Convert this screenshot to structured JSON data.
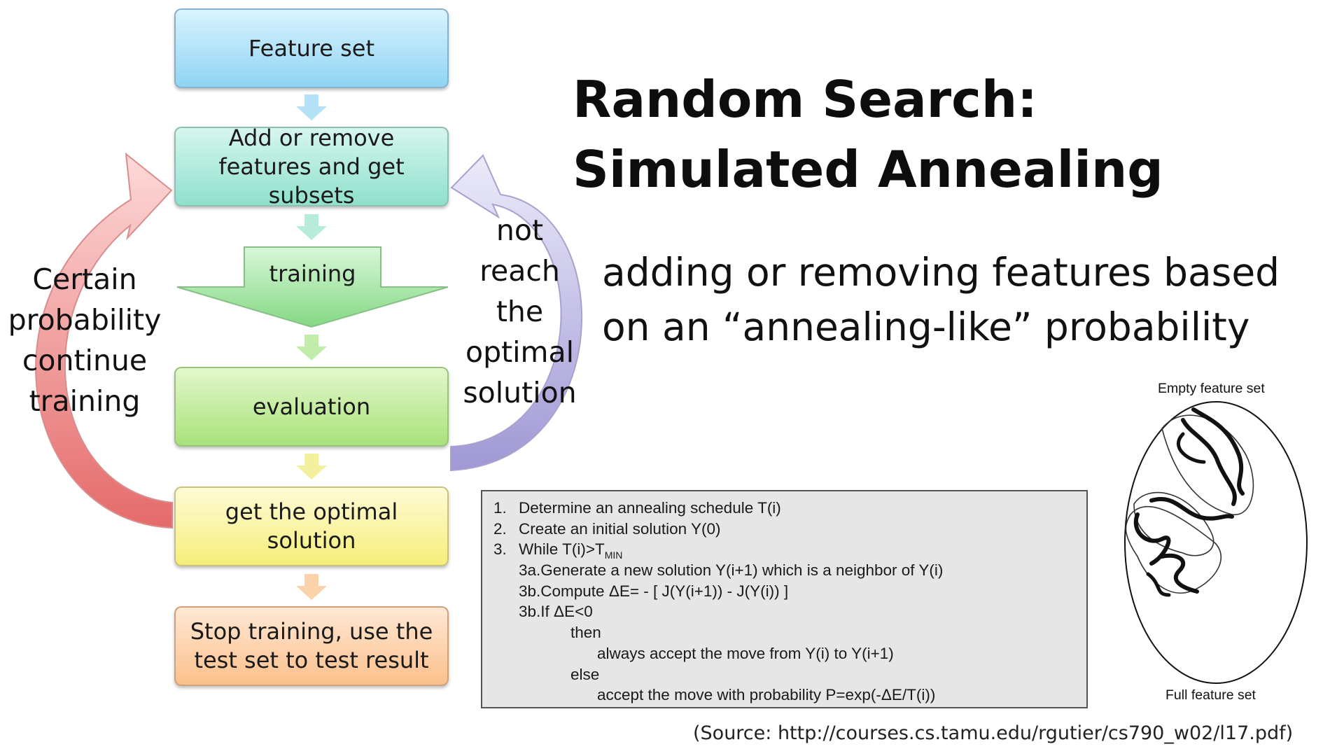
{
  "flow": {
    "feature_set": "Feature set",
    "add_remove": "Add or remove features and get  subsets",
    "training": "training",
    "evaluation": "evaluation",
    "optimal": "get the optimal solution",
    "stop": "Stop training, use  the test set to test result",
    "left_loop_label": "Certain probability continue training",
    "right_loop_label": "not reach the optimal solution"
  },
  "title": {
    "line1": "Random Search:",
    "line2": "Simulated Annealing"
  },
  "description": "adding or removing features based on an “annealing-like” probability",
  "algorithm": {
    "step1_num": "1.",
    "step1": "Determine an annealing schedule T(i)",
    "step2_num": "2.",
    "step2": "Create an initial solution Y(0)",
    "step3_num": "3.",
    "step3_pre": "While T(i)>T",
    "step3_sub": "MIN",
    "step3a": "3a.Generate a new solution Y(i+1) which is a neighbor of Y(i)",
    "step3b": "3b.Compute ΔE= - [ J(Y(i+1)) - J(Y(i)) ]",
    "step3c": "3b.If ΔE<0",
    "then": "then",
    "accept_always": "always accept the move from Y(i) to Y(i+1)",
    "else": "else",
    "accept_prob": "accept the move with probability P=exp(-ΔE/T(i))"
  },
  "diagram": {
    "empty_label": "Empty feature set",
    "full_label": "Full feature set"
  },
  "source": "(Source: http://courses.cs.tamu.edu/rgutier/cs790_w02/l17.pdf)",
  "colors": {
    "left_arrow": "#e97b7b",
    "right_arrow": "#a59fd6",
    "training_arrow": "#8fdc8f"
  }
}
